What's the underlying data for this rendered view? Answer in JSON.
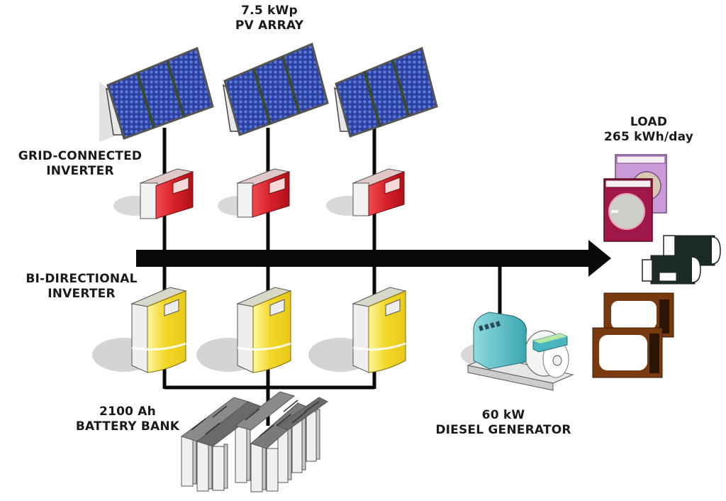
{
  "labels": {
    "pv_array": {
      "line1": "7.5 kWp",
      "line2": "PV ARRAY"
    },
    "grid_inverter": {
      "line1": "GRID-CONNECTED",
      "line2": "INVERTER"
    },
    "bi_inverter": {
      "line1": "BI-DIRECTIONAL",
      "line2": "INVERTER"
    },
    "load": {
      "line1": "LOAD",
      "line2": "265 kWh/day"
    },
    "battery": {
      "line1": "2100 Ah",
      "line2": "BATTERY BANK"
    },
    "generator": {
      "line1": "60 kW",
      "line2": "DIESEL GENERATOR"
    }
  },
  "components": {
    "solar_panels": {
      "count": 3,
      "icon": "solar-panel-icon"
    },
    "grid_inverters": {
      "count": 3,
      "icon": "grid-inverter-icon"
    },
    "bi_inverters": {
      "count": 3,
      "icon": "bidirectional-inverter-icon"
    },
    "battery_bank": {
      "icon": "battery-bank-icon"
    },
    "generator": {
      "icon": "diesel-generator-icon"
    },
    "load_appliances": [
      "washing-machine-icon",
      "refrigerator-icon",
      "television-icon"
    ]
  },
  "colors": {
    "panel_blue": "#2a3f9e",
    "panel_dot": "#5a78d8",
    "inverter_red": "#d8202a",
    "inverter_yellow": "#f2d82a",
    "generator_teal": "#4ab6bf",
    "washer_purple": "#c99ad6",
    "washer_magenta": "#a0184a",
    "tv_brown": "#7a3a10",
    "line": "#0a0a0a"
  }
}
